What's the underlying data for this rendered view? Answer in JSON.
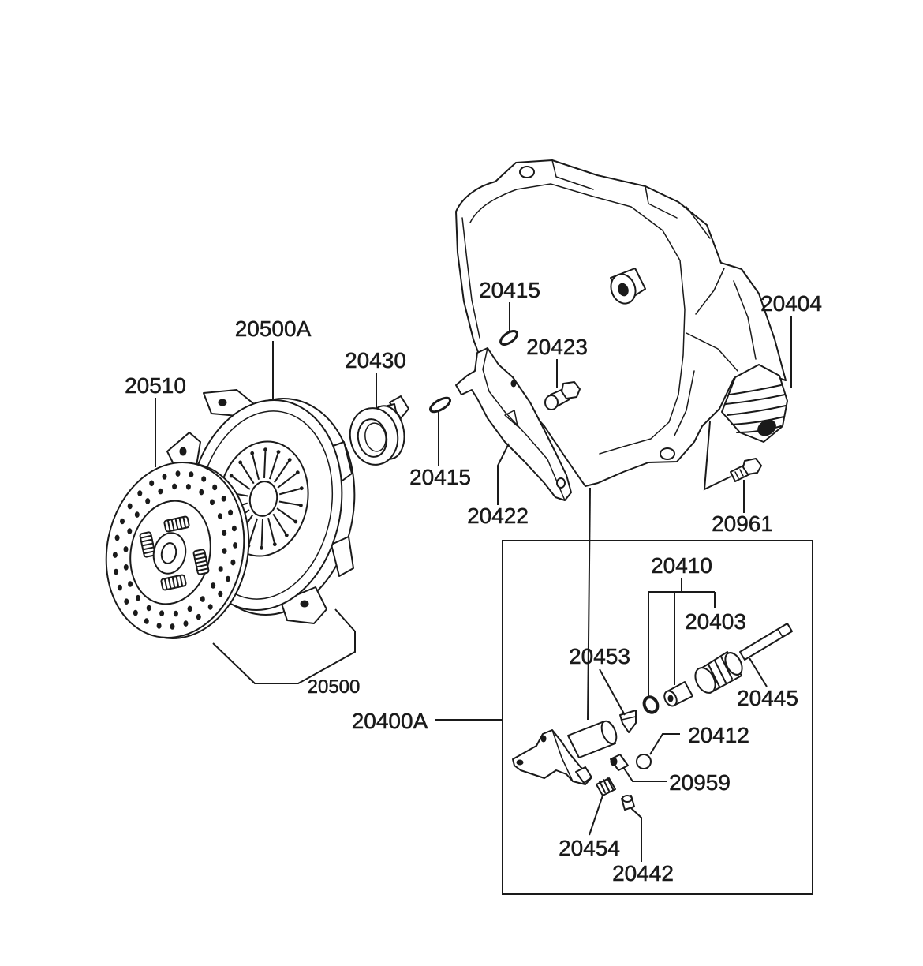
{
  "callouts": {
    "c20415_upper": "20415",
    "c20404": "20404",
    "c20500A": "20500A",
    "c20423": "20423",
    "c20430": "20430",
    "c20510": "20510",
    "c20415_lower": "20415",
    "c20422": "20422",
    "c20961": "20961",
    "c20410": "20410",
    "c20403": "20403",
    "c20453": "20453",
    "c20500": "20500",
    "c20445": "20445",
    "c20400A": "20400A",
    "c20412": "20412",
    "c20959": "20959",
    "c20454": "20454",
    "c20442": "20442"
  },
  "colors": {
    "line": "#1a1a1a",
    "background": "#ffffff"
  }
}
